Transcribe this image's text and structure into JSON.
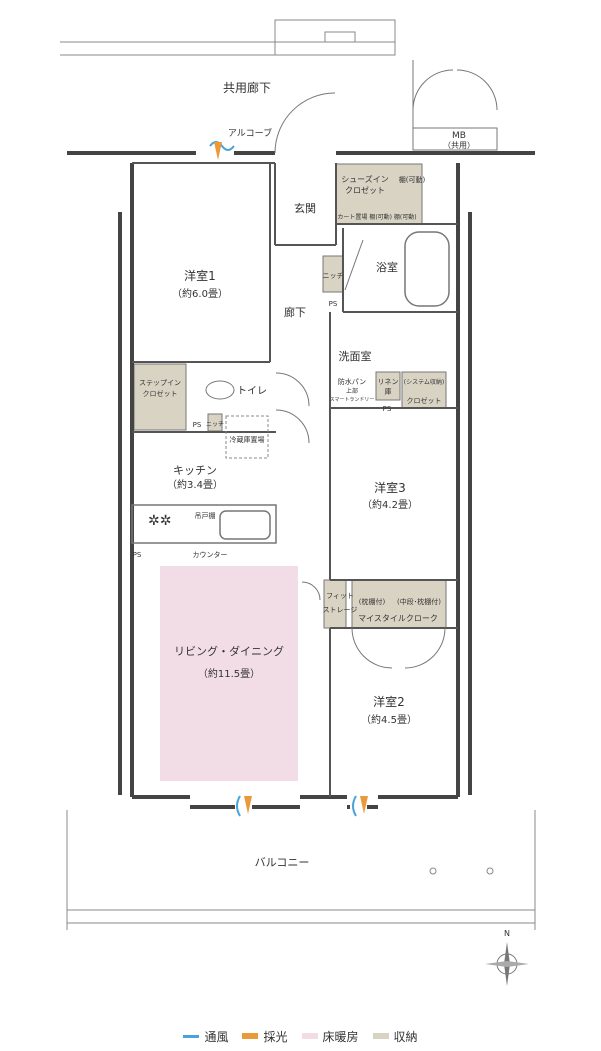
{
  "labels": {
    "corridor": "共用廊下",
    "alcove": "アルコーブ",
    "mb": "MB",
    "mb_sub": "（共用）",
    "entrance": "玄関",
    "shoes_closet_1": "シューズイン",
    "shoes_closet_2": "クロゼット",
    "shelf_movable": "棚(可動)",
    "cart_shelf": "カート置場 棚(可動) 棚(可動)",
    "bath": "浴室",
    "niche": "ニッチ",
    "ps": "PS",
    "hall": "廊下",
    "room1": "洋室1",
    "room1_size": "（約6.0畳）",
    "washroom": "洗面室",
    "waterproof_pan_1": "防水パン",
    "waterproof_pan_2": "上部",
    "waterproof_pan_3": "スマートランドリー",
    "linen_1": "リネン",
    "linen_2": "庫",
    "system_storage": "(システム収納)",
    "closet": "クロゼット",
    "stepin_1": "ステップイン",
    "stepin_2": "クロゼット",
    "toilet": "トイレ",
    "fridge": "冷蔵庫置場",
    "kitchen": "キッチン",
    "kitchen_size": "（約3.4畳）",
    "hanging_shelf": "吊戸棚",
    "counter": "カウンター",
    "room3": "洋室3",
    "room3_size": "（約4.2畳）",
    "fit_storage_1": "フィット",
    "fit_storage_2": "ストレージ",
    "pillow_shelf": "(枕棚付)",
    "mid_pillow_shelf": "(中段･枕棚付)",
    "my_style_closet": "マイスタイルクローク",
    "living": "リビング・ダイニング",
    "living_size": "（約11.5畳）",
    "room2": "洋室2",
    "room2_size": "（約4.5畳）",
    "balcony": "バルコニー",
    "north": "N"
  },
  "legend": [
    {
      "name": "通風",
      "color": "#4aa3d8"
    },
    {
      "name": "採光",
      "color": "#e99a3b"
    },
    {
      "name": "床暖房",
      "color": "#f2dde6"
    },
    {
      "name": "収納",
      "color": "#d9d3c4"
    }
  ],
  "colors": {
    "wall": "#444444",
    "storage": "#d9d3c4",
    "floor_heating": "#f2dde6",
    "wind": "#4aa3d8",
    "light": "#e99a3b"
  }
}
